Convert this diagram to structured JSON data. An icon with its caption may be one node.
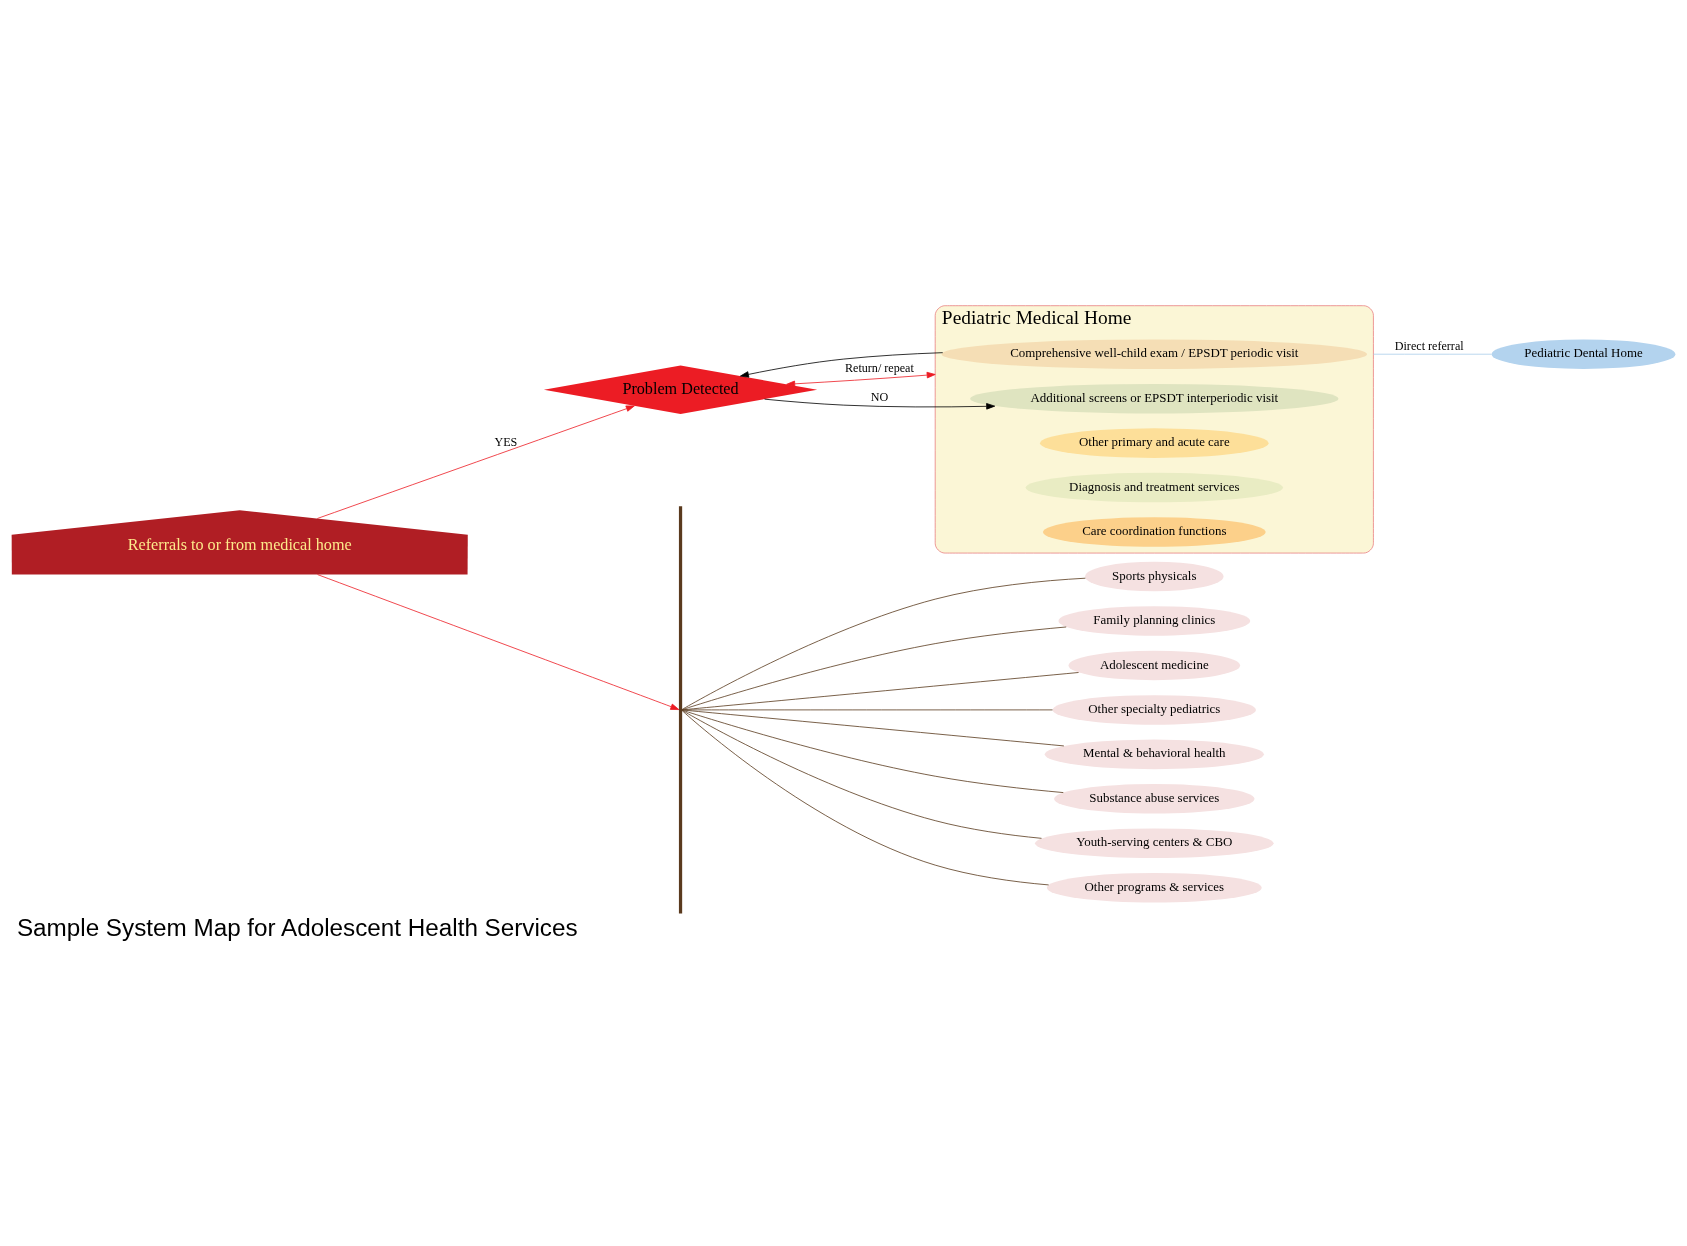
{
  "diagram": {
    "title": "Sample System Map for Adolescent Health Services",
    "nodes": [
      {
        "text": [
          "Pediatric Medical Home"
        ]
      },
      {
        "text": [
          "Comprehensive well-child exam / EPSDT periodic visit"
        ],
        "in": 0
      },
      {
        "text": [
          "Additional screens or EPSDT interperiodic visit"
        ],
        "in": 0
      },
      {
        "text": [
          "Other primary and acute care"
        ],
        "in": 0
      },
      {
        "text": [
          "Diagnosis and treatment services"
        ],
        "in": 0
      },
      {
        "text": [
          "Care coordination functions"
        ],
        "in": 0
      },
      {
        "text": [
          "Pediatric Dental Home"
        ]
      },
      {
        "text": [
          "Problem Detected"
        ]
      },
      {
        "text": [
          "Referrals to or from medical home"
        ]
      },
      {
        "text": [],
        "shape": "bar"
      },
      {
        "text": [
          "Sports physicals"
        ]
      },
      {
        "text": [
          "Family planning clinics"
        ]
      },
      {
        "text": [
          "Adolescent medicine"
        ]
      },
      {
        "text": [
          "Other specialty pediatrics"
        ]
      },
      {
        "text": [
          "Mental & behavioral health"
        ]
      },
      {
        "text": [
          "Substance abuse services"
        ]
      },
      {
        "text": [
          "Youth-serving centers & CBO"
        ]
      },
      {
        "text": [
          "Other programs & services"
        ]
      }
    ],
    "edges": [
      {
        "from": 1,
        "to": 7,
        "arrow": "to",
        "color": "#000000"
      },
      {
        "from": 7,
        "to": 2,
        "arrow": "to",
        "label": "NO",
        "color": "#000000"
      },
      {
        "from": 8,
        "to": 7,
        "arrow": "to",
        "label": "YES",
        "color": "#ec1c24"
      },
      {
        "from": 7,
        "to": 0,
        "arrow": "both",
        "label": "Return/ repeat",
        "color": "#ec1c24"
      },
      {
        "from": 0,
        "to": 6,
        "arrow": "none",
        "label": "Direct referral",
        "color": "#a9cde9"
      },
      {
        "from": 8,
        "to": 9,
        "arrow": "to",
        "color": "#ec1c24"
      },
      {
        "from": 9,
        "to": 10,
        "arrow": "none",
        "color": "#5a3a1e"
      },
      {
        "from": 9,
        "to": 11,
        "arrow": "none",
        "color": "#5a3a1e"
      },
      {
        "from": 9,
        "to": 12,
        "arrow": "none",
        "color": "#5a3a1e"
      },
      {
        "from": 9,
        "to": 13,
        "arrow": "none",
        "color": "#5a3a1e"
      },
      {
        "from": 9,
        "to": 14,
        "arrow": "none",
        "color": "#5a3a1e"
      },
      {
        "from": 9,
        "to": 15,
        "arrow": "none",
        "color": "#5a3a1e"
      },
      {
        "from": 9,
        "to": 16,
        "arrow": "none",
        "color": "#5a3a1e"
      },
      {
        "from": 9,
        "to": 17,
        "arrow": "none",
        "color": "#5a3a1e"
      }
    ]
  }
}
